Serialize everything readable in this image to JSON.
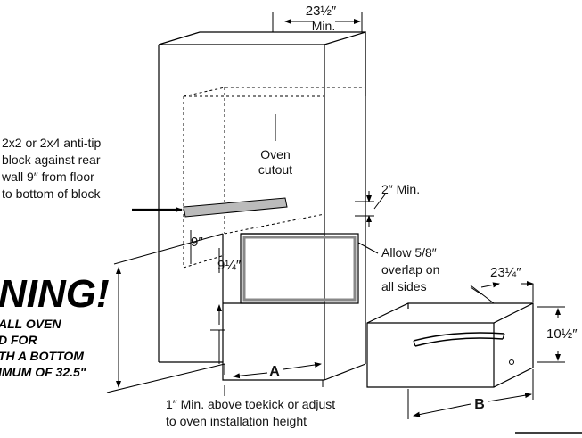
{
  "dimensions": {
    "cabinet_width": "23½″",
    "cabinet_width_min": "Min.",
    "block_height": "9″",
    "opening_height": "9¼″",
    "gap_min": "2″ Min.",
    "drawer_depth": "23¼″",
    "drawer_height": "10½″",
    "dim_a": "A",
    "dim_b": "B"
  },
  "labels": {
    "oven_cutout_line1": "Oven",
    "oven_cutout_line2": "cutout",
    "anti_tip_line1": "2x2 or 2x4 anti-tip",
    "anti_tip_line2": "block against rear",
    "anti_tip_line3": "wall 9″ from floor",
    "anti_tip_line4": "to bottom of block",
    "overlap_line1": "Allow 5/8″",
    "overlap_line2": "overlap on",
    "overlap_line3": "all sides",
    "toekick_line1": "1″ Min. above toekick or adjust",
    "toekick_line2": "to oven installation height"
  },
  "warning": {
    "title": "NING!",
    "line1": "ALL OVEN",
    "line2": "D FOR",
    "line3": "TH A BOTTOM",
    "line4": "IMUM OF 32.5\""
  }
}
